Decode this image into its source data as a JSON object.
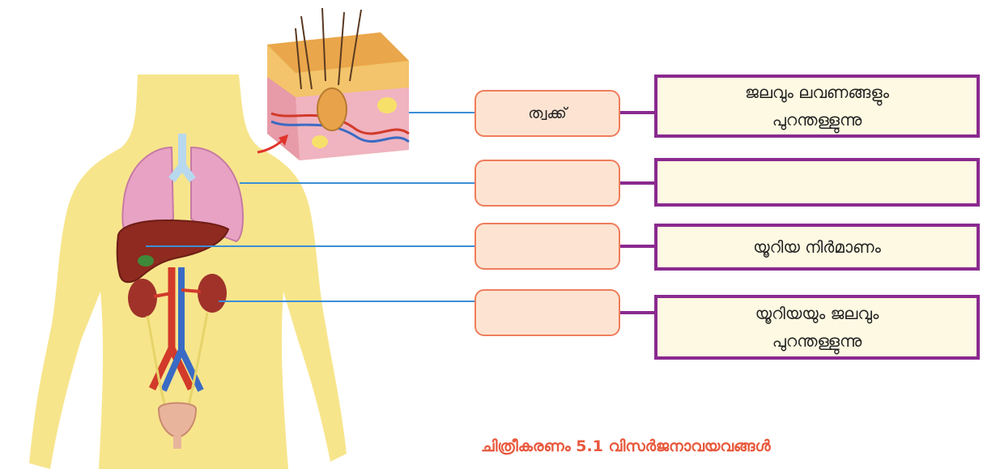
{
  "rows": [
    {
      "organ": "ത്വക്ക്",
      "function": "ജലവും  ലവണങ്ങളും\nപുറന്തള്ളുന്നു"
    },
    {
      "organ": "",
      "function": ""
    },
    {
      "organ": "",
      "function": "യൂറിയ  നിർമാണം"
    },
    {
      "organ": "",
      "function": "യൂറിയയും  ജലവും\nപുറന്തള്ളുന്നു"
    }
  ],
  "caption": "ചിത്രീകരണം 5.1 വിസർജനാവയവങ്ങൾ",
  "colors": {
    "body": "#f7e58c",
    "organ_box_fill": "#fde4d2",
    "organ_box_border": "#ef7d5c",
    "function_box_fill": "#fdf9e2",
    "function_box_border": "#8a2a8f",
    "connector_blue": "#3b8fd6",
    "caption": "#e8583c"
  }
}
